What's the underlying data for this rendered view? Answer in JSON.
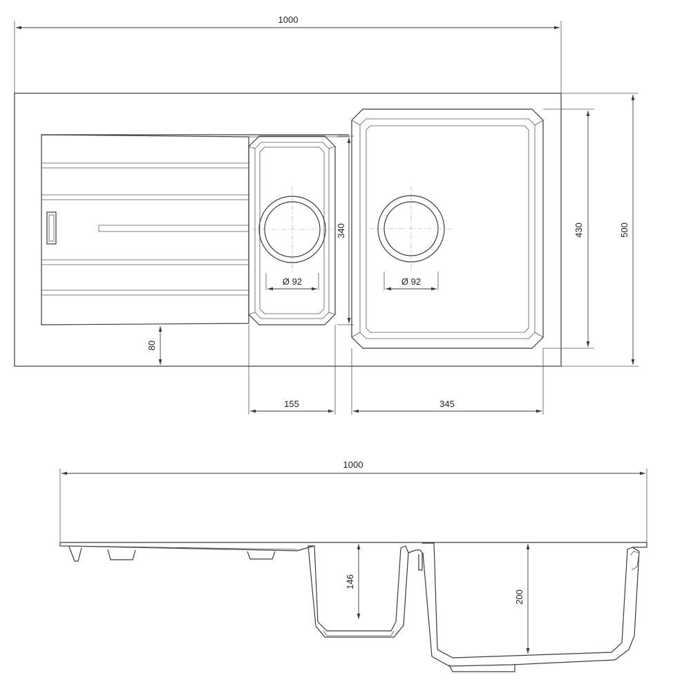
{
  "top_view": {
    "overall_width": "1000",
    "overall_depth": "500",
    "bowl_depth_outer": "430",
    "small_bowl_length": "340",
    "drainer_offset": "80",
    "small_bowl_width": "155",
    "large_bowl_width": "345",
    "small_waste_diameter": "Ø 92",
    "large_waste_diameter": "Ø 92"
  },
  "side_view": {
    "overall_width": "1000",
    "small_bowl_depth": "146",
    "large_bowl_depth": "200"
  }
}
